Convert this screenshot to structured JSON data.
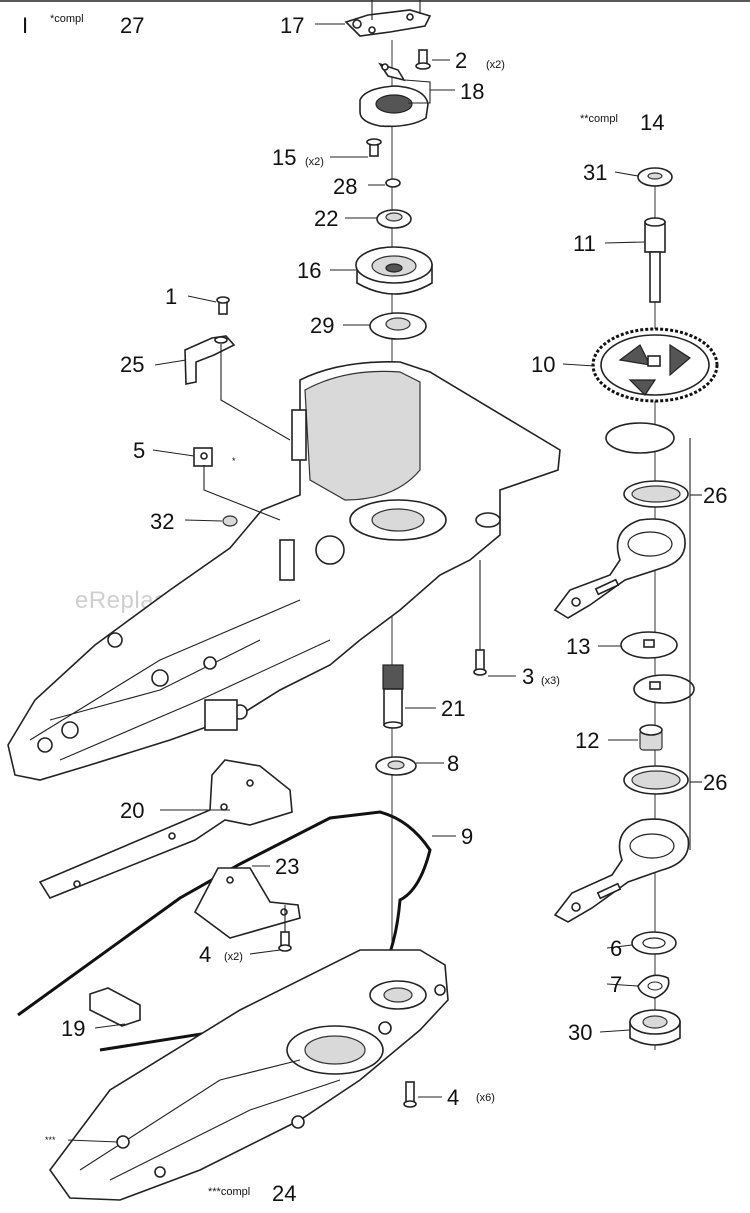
{
  "watermark": "eReplacementParts.com",
  "header": {
    "mark": "I",
    "note": "*compl",
    "number": "27"
  },
  "subassembly": {
    "note": "**compl",
    "number": "14"
  },
  "housing_assembly": {
    "note": "***compl",
    "number": "24",
    "marker": "***"
  },
  "callouts": {
    "p17": "17",
    "p2": "2",
    "p2_qty": "(x2)",
    "p18": "18",
    "p15": "15",
    "p15_qty": "(x2)",
    "p28": "28",
    "p22": "22",
    "p16": "16",
    "p1": "1",
    "p29": "29",
    "p25": "25",
    "p5": "5",
    "p5_marker": "*",
    "p32": "32",
    "p3": "3",
    "p3_qty": "(x3)",
    "p21": "21",
    "p8": "8",
    "p20": "20",
    "p9": "9",
    "p23": "23",
    "p4a": "4",
    "p4a_qty": "(x2)",
    "p19": "19",
    "p4b": "4",
    "p4b_qty": "(x6)",
    "p31": "31",
    "p11": "11",
    "p10": "10",
    "p26a": "26",
    "p13": "13",
    "p12": "12",
    "p26b": "26",
    "p6": "6",
    "p7": "7",
    "p30": "30"
  }
}
